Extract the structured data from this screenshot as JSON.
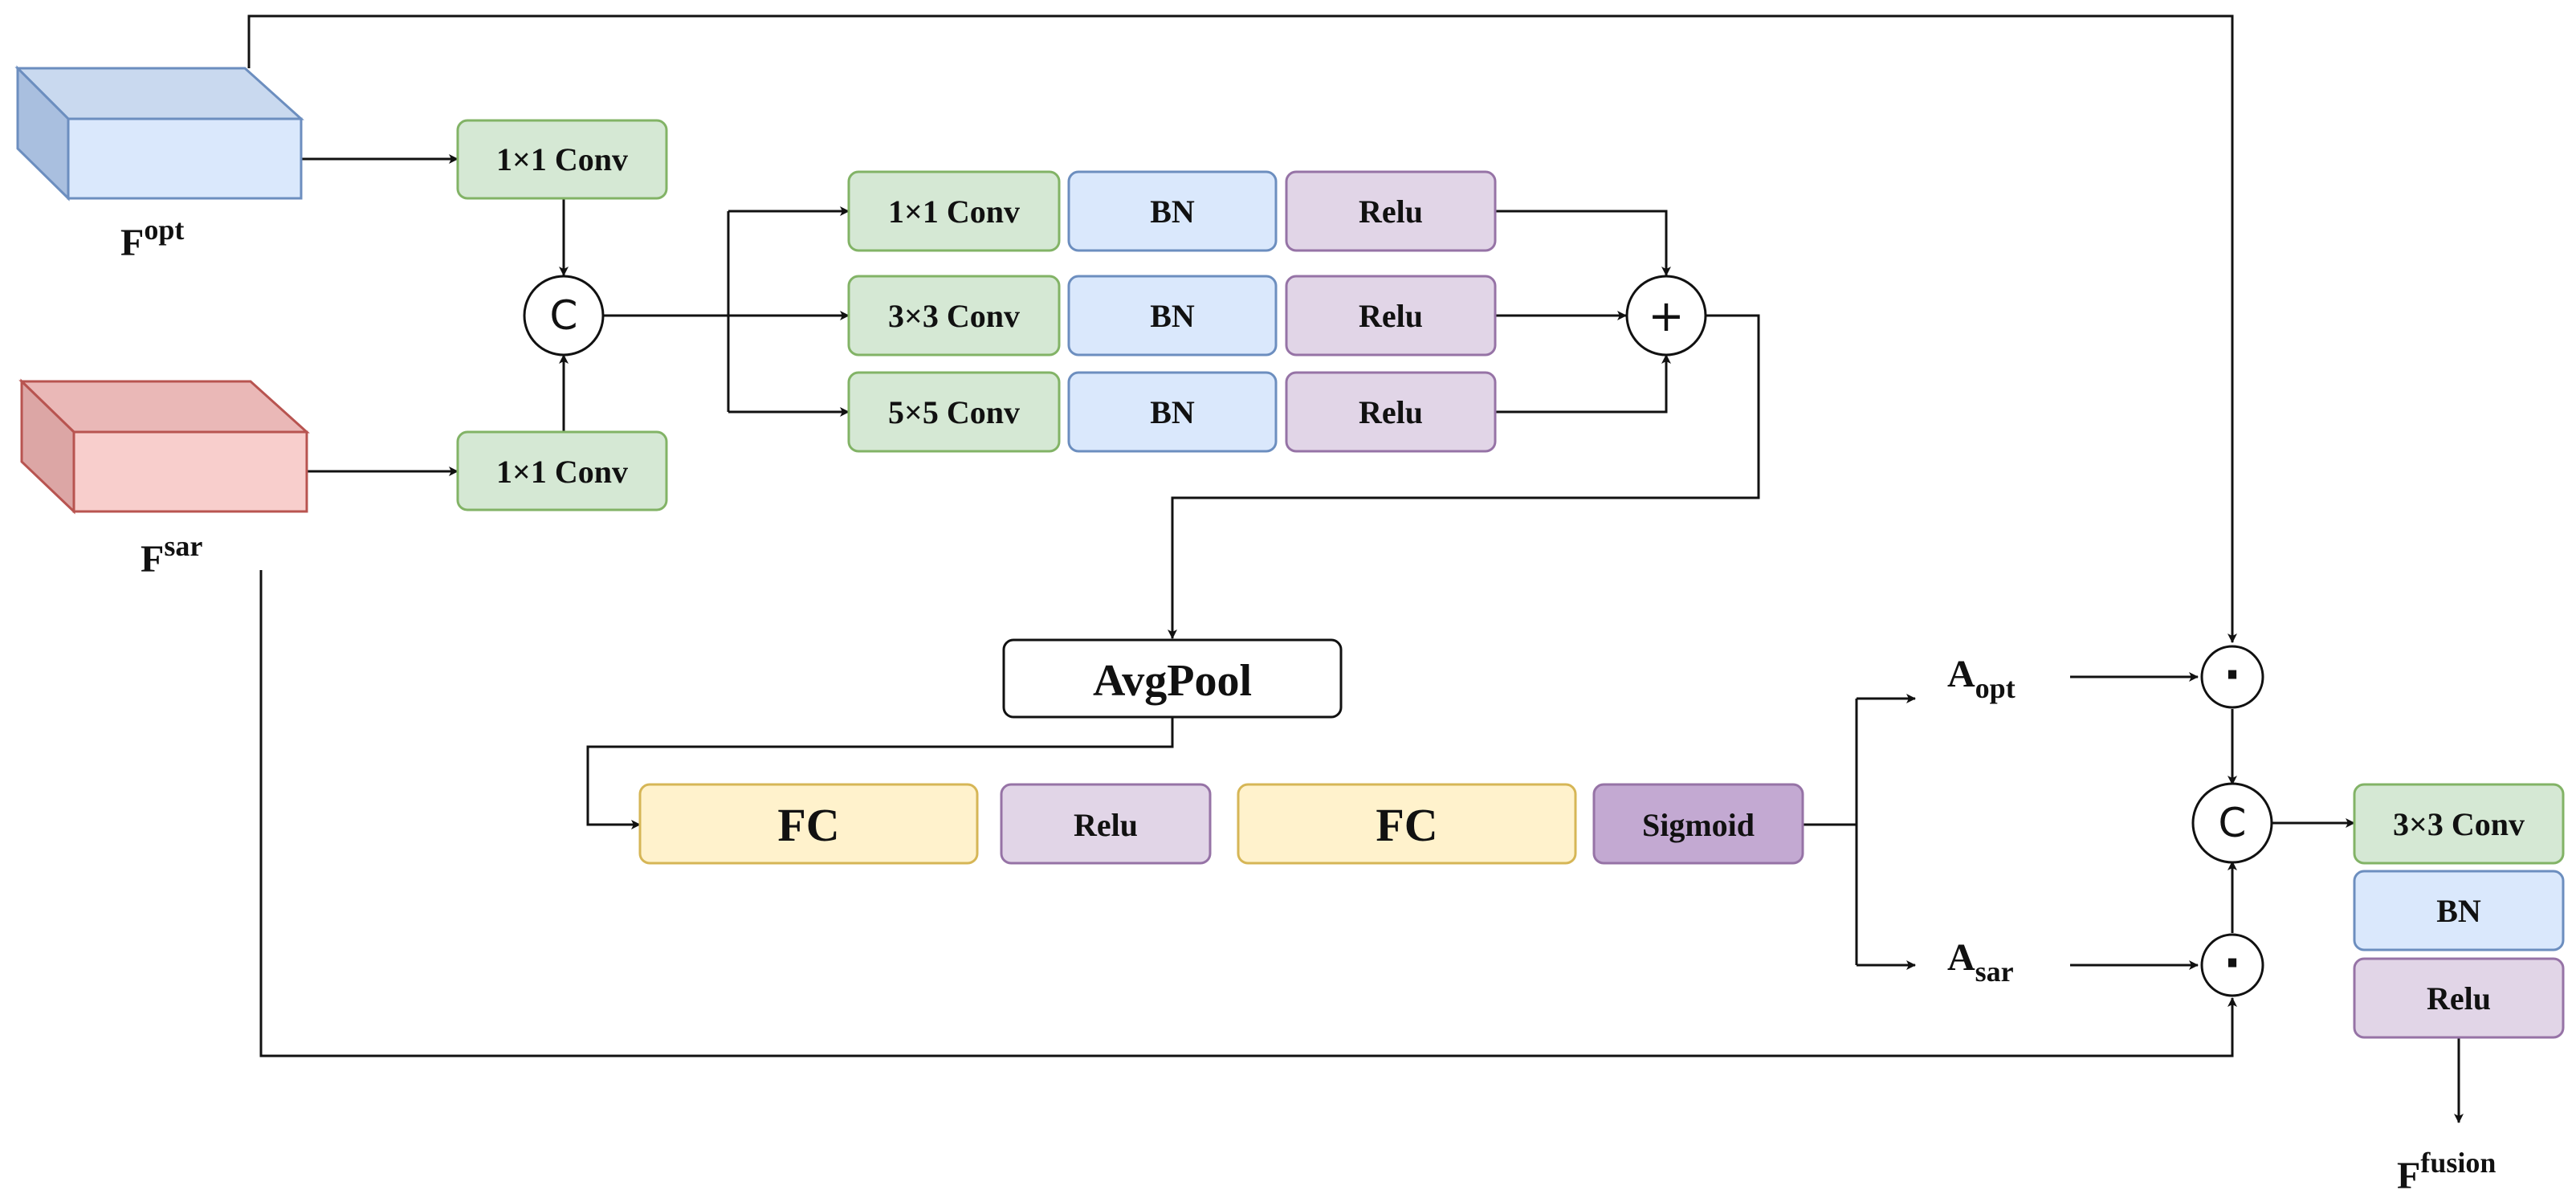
{
  "inputs": {
    "opt_main": "F",
    "opt_sup": "opt",
    "sar_main": "F",
    "sar_sup": "sar"
  },
  "input_convs": {
    "opt": "1×1 Conv",
    "sar": "1×1 Conv"
  },
  "ops": {
    "concat": "C",
    "add": "+",
    "mul": "·"
  },
  "branches": [
    {
      "conv": "1×1 Conv",
      "bn": "BN",
      "act": "Relu"
    },
    {
      "conv": "3×3 Conv",
      "bn": "BN",
      "act": "Relu"
    },
    {
      "conv": "5×5 Conv",
      "bn": "BN",
      "act": "Relu"
    }
  ],
  "avgpool": "AvgPool",
  "fc_chain": {
    "fc1": "FC",
    "relu": "Relu",
    "fc2": "FC",
    "sigmoid": "Sigmoid"
  },
  "attention": {
    "a_opt_main": "A",
    "a_opt_sub": "opt",
    "a_sar_main": "A",
    "a_sar_sub": "sar"
  },
  "output_block": {
    "conv": "3×3 Conv",
    "bn": "BN",
    "act": "Relu"
  },
  "output": {
    "main": "F",
    "sup": "fusion"
  },
  "colors": {
    "green_fill": "#d5e8d4",
    "green_stroke": "#82b366",
    "blue_fill": "#dae8fc",
    "blue_stroke": "#6c8ebf",
    "purple_fill": "#e1d5e7",
    "purple_stroke": "#9673a6",
    "dark_purple_fill": "#c3a9d2",
    "yellow_fill": "#fff2cc",
    "yellow_stroke": "#d6b656",
    "red_fill": "#f8cecc",
    "red_stroke": "#b85450"
  }
}
